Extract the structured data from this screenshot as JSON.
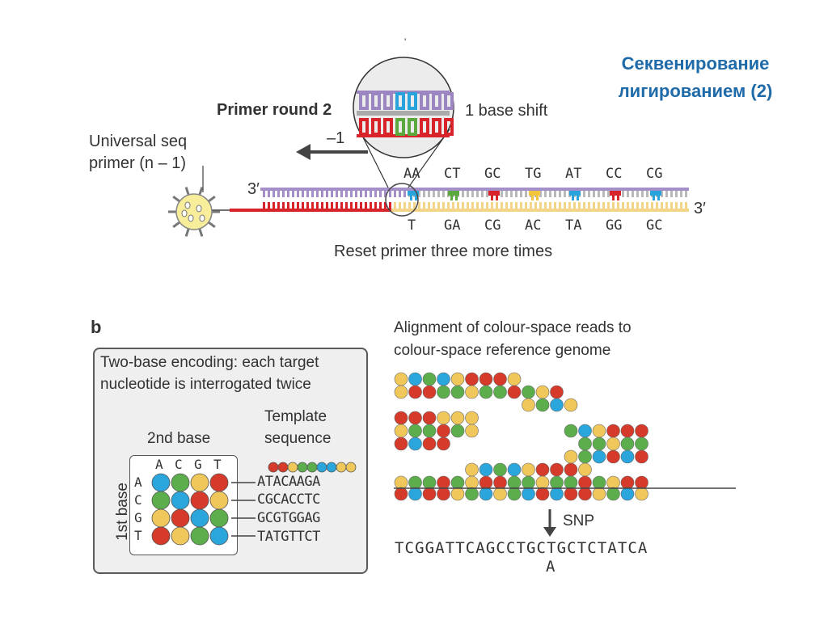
{
  "slide": {
    "title_line1": "Секвенирование",
    "title_line2": "лигированием (2)"
  },
  "panel_a": {
    "primer_round": "Primer round 2",
    "base_shift": "1 base shift",
    "shift_value": "–1",
    "universal_primer_line1": "Universal seq",
    "universal_primer_line2": "primer (n – 1)",
    "end_top_left": "3′",
    "end_bottom_right": "3′",
    "top_pairs": [
      "AA",
      "CT",
      "GC",
      "TG",
      "AT",
      "CC",
      "CG"
    ],
    "bottom_pairs": [
      "T",
      "GA",
      "CG",
      "AC",
      "TA",
      "GG",
      "GC"
    ],
    "reset_text": "Reset primer three more times",
    "colors": {
      "primer": "#d8232a",
      "template_top": "#a58fc8",
      "template_bottom": "#f3d58a",
      "green": "#5aa83e",
      "blue": "#29a3dc",
      "yellow": "#f3c53c",
      "red": "#d8232a"
    }
  },
  "panel_b": {
    "label": "b",
    "box_title_line1": "Two-base encoding: each target",
    "box_title_line2": "nucleotide is interrogated twice",
    "second_base": "2nd base",
    "first_base": "1st base",
    "template_label_line1": "Template",
    "template_label_line2": "sequence",
    "col_headers": [
      "A",
      "C",
      "G",
      "T"
    ],
    "row_headers": [
      "A",
      "C",
      "G",
      "T"
    ],
    "matrix": [
      [
        "blue",
        "green",
        "yellow",
        "red"
      ],
      [
        "green",
        "blue",
        "red",
        "yellow"
      ],
      [
        "yellow",
        "red",
        "blue",
        "green"
      ],
      [
        "red",
        "yellow",
        "green",
        "blue"
      ]
    ],
    "template_sequence_colors": [
      "red",
      "red",
      "yellow",
      "green",
      "green",
      "blue",
      "blue",
      "yellow",
      "yellow"
    ],
    "sequences": [
      "ATACAAGA",
      "CGCACCTC",
      "GCGTGGAG",
      "TATGTTCT"
    ],
    "alignment_title_line1": "Alignment of colour-space reads to",
    "alignment_title_line2": "colour-space reference genome",
    "snp_label": "SNP",
    "reference_sequence": "TCGGATTCAGCCTGCTGCTCTATCA",
    "snp_base": "A",
    "palette": {
      "blue": "#2aa6dd",
      "green": "#5cae4c",
      "yellow": "#f0c75a",
      "red": "#d63a2b"
    }
  }
}
